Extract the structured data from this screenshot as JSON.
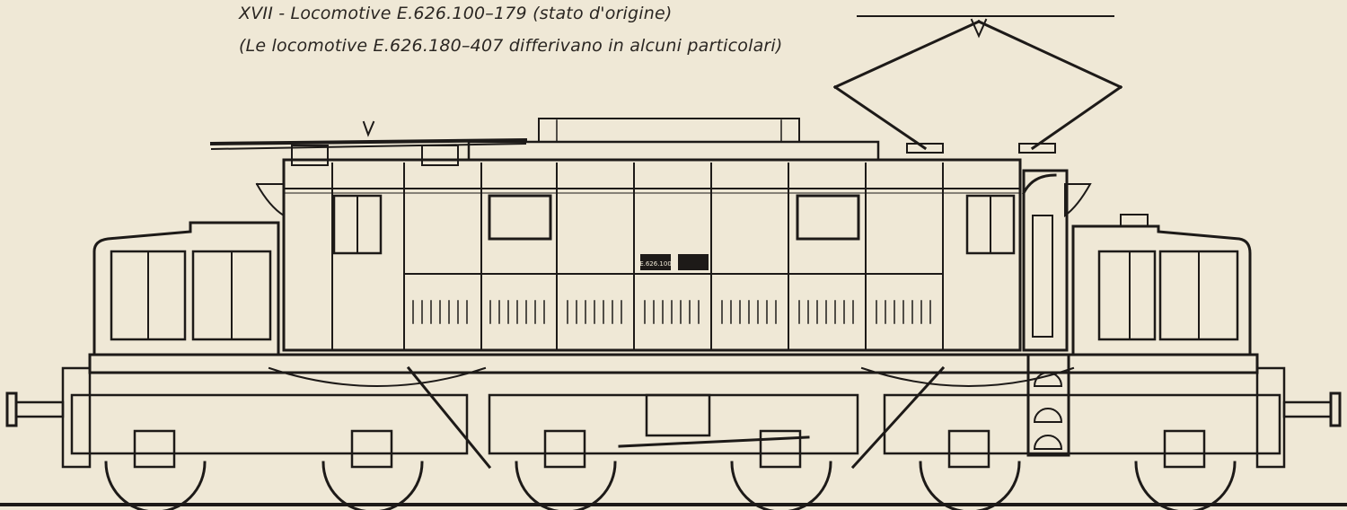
{
  "caption": {
    "line1": "XVII - Locomotive E.626.100–179 (stato d'origine)",
    "line2": "(Le locomotive E.626.180–407 differivano in alcuni particolari)"
  },
  "number_plate": "E.626.100",
  "colors": {
    "paper": "#efe8d6",
    "ink": "#1d1a18"
  }
}
